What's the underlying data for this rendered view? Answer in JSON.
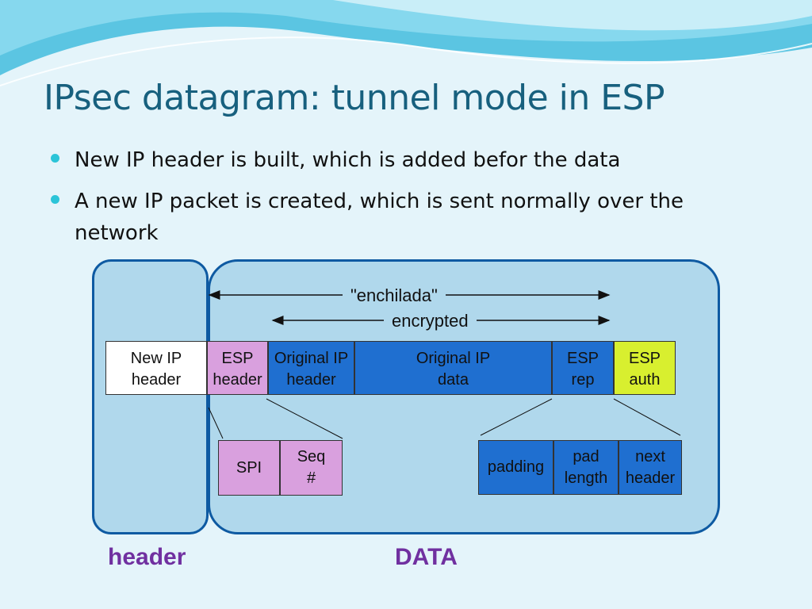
{
  "slide": {
    "title": "IPsec datagram: tunnel mode in ESP",
    "bullets": [
      "New IP header is built, which is added befor the data",
      "A new IP packet is created, which is sent normally over the network"
    ]
  },
  "diagram": {
    "arrows": {
      "enchilada": "\"enchilada\"",
      "encrypted": "encrypted"
    },
    "fields": {
      "new_ip_header": "New IP header",
      "esp_header": "ESP header",
      "orig_ip_header": "Original IP header",
      "orig_ip_data": "Original IP data",
      "esp_rep": "ESP rep",
      "esp_auth": "ESP auth"
    },
    "sub_header": {
      "spi": "SPI",
      "seq": "Seq #"
    },
    "sub_trailer": {
      "padding": "padding",
      "pad_length": "pad length",
      "next_header": "next header"
    },
    "labels": {
      "header": "header",
      "data": "DATA"
    },
    "colors": {
      "region_fill": "#b0d8ec",
      "region_border": "#0e5aa2",
      "esp_header": "#d9a0de",
      "payload_blue": "#1f6fd0",
      "esp_auth": "#d8ef2f",
      "label_purple": "#7030a0",
      "title": "#17607e"
    }
  }
}
